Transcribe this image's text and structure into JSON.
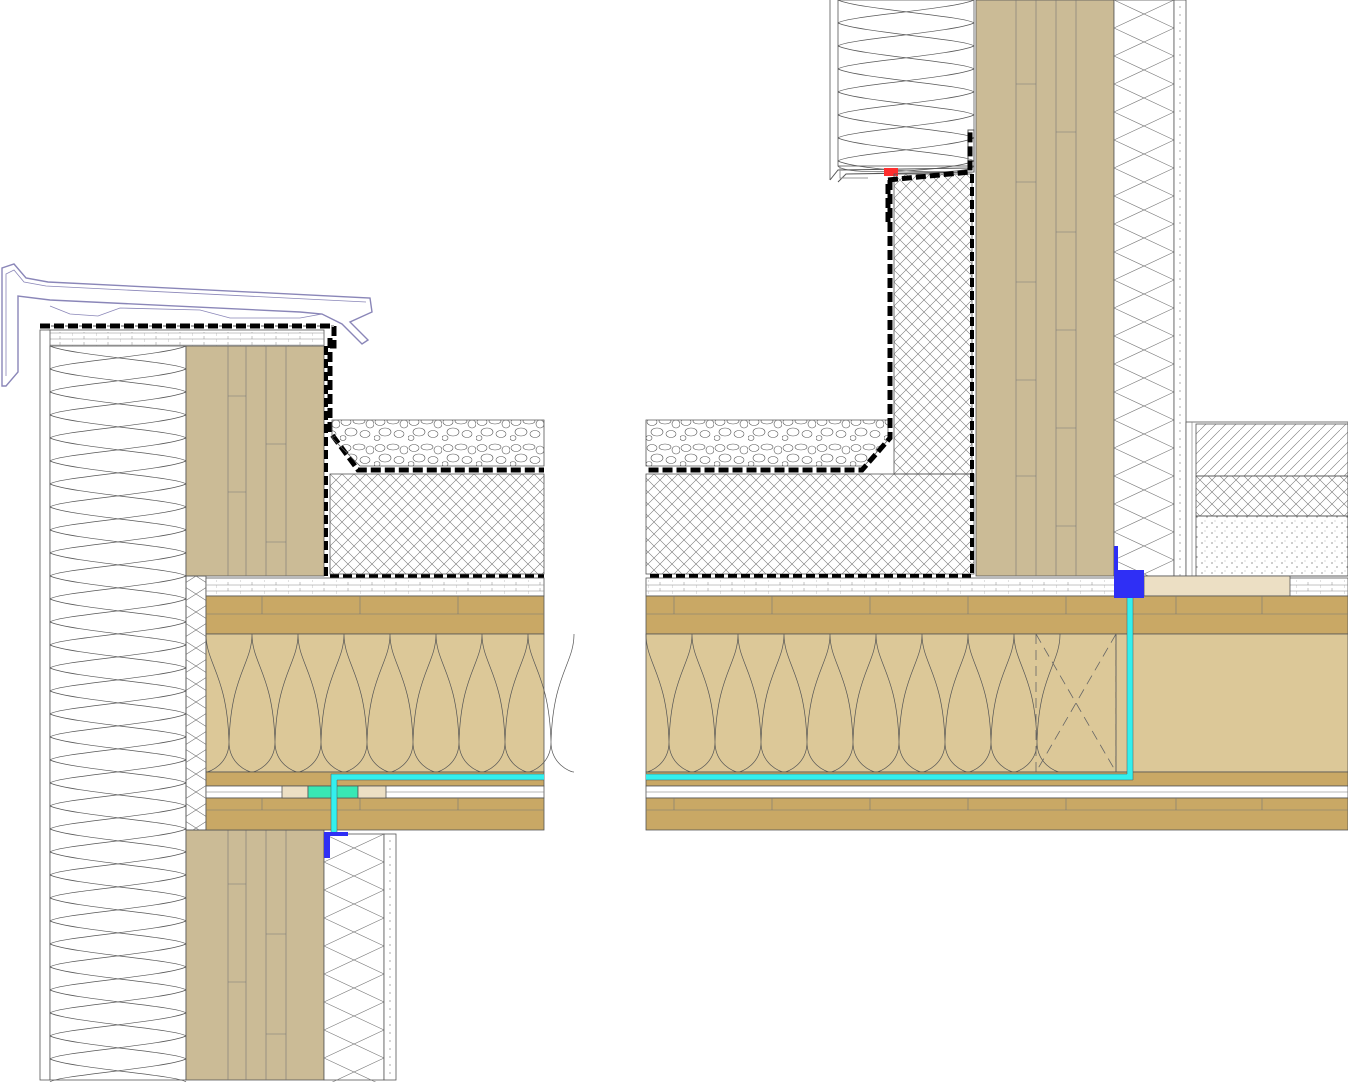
{
  "drawing": {
    "kind": "construction-detail",
    "views": [
      "roof-parapet-section",
      "roof-upstand-section"
    ],
    "colors": {
      "clt_timber": "#cbbb96",
      "joist_timber": "#c9a865",
      "wool_insulation": "#dcc898",
      "rigid_insulation": "#ffffff",
      "gravel": "#ffffff",
      "membrane": "#000000",
      "vapour_control_layer": "#33f0ee",
      "seal_blue": "#2f2ff5",
      "seal_red": "#ff2d2d",
      "packer_beige": "#ecdfc4",
      "packer_green": "#38e8b4",
      "flashing": "#8a86b8",
      "line": "#444444"
    }
  }
}
